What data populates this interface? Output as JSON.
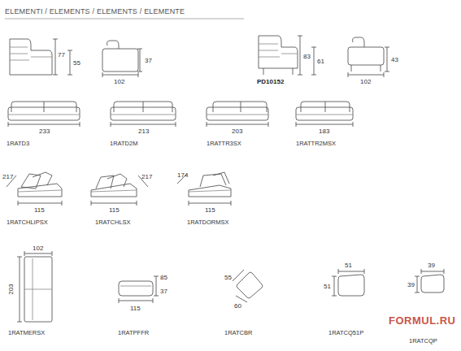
{
  "diagram": {
    "title": "ELEMENTI / ELEMENTS / ELEMENTS / ELEMENTE",
    "labels": [
      "77",
      "55",
      "102",
      "37",
      "83",
      "61",
      "PD10152",
      "102",
      "43",
      "233",
      "1RATD3",
      "213",
      "1RATD2M",
      "203",
      "1RATTR3SX",
      "183",
      "1RATTR2MSX",
      "217",
      "115",
      "1RATCHLIPSX",
      "217",
      "115",
      "1RATCHLSX",
      "174",
      "115",
      "1RATDORMSX",
      "102",
      "203",
      "1RATMERSX",
      "85",
      "37",
      "115",
      "1RATPFFR",
      "55",
      "60",
      "1RATCBR",
      "51",
      "51",
      "1RATCQ51P",
      "39",
      "39",
      "1RATCQP",
      "FORMUL.RU"
    ]
  }
}
